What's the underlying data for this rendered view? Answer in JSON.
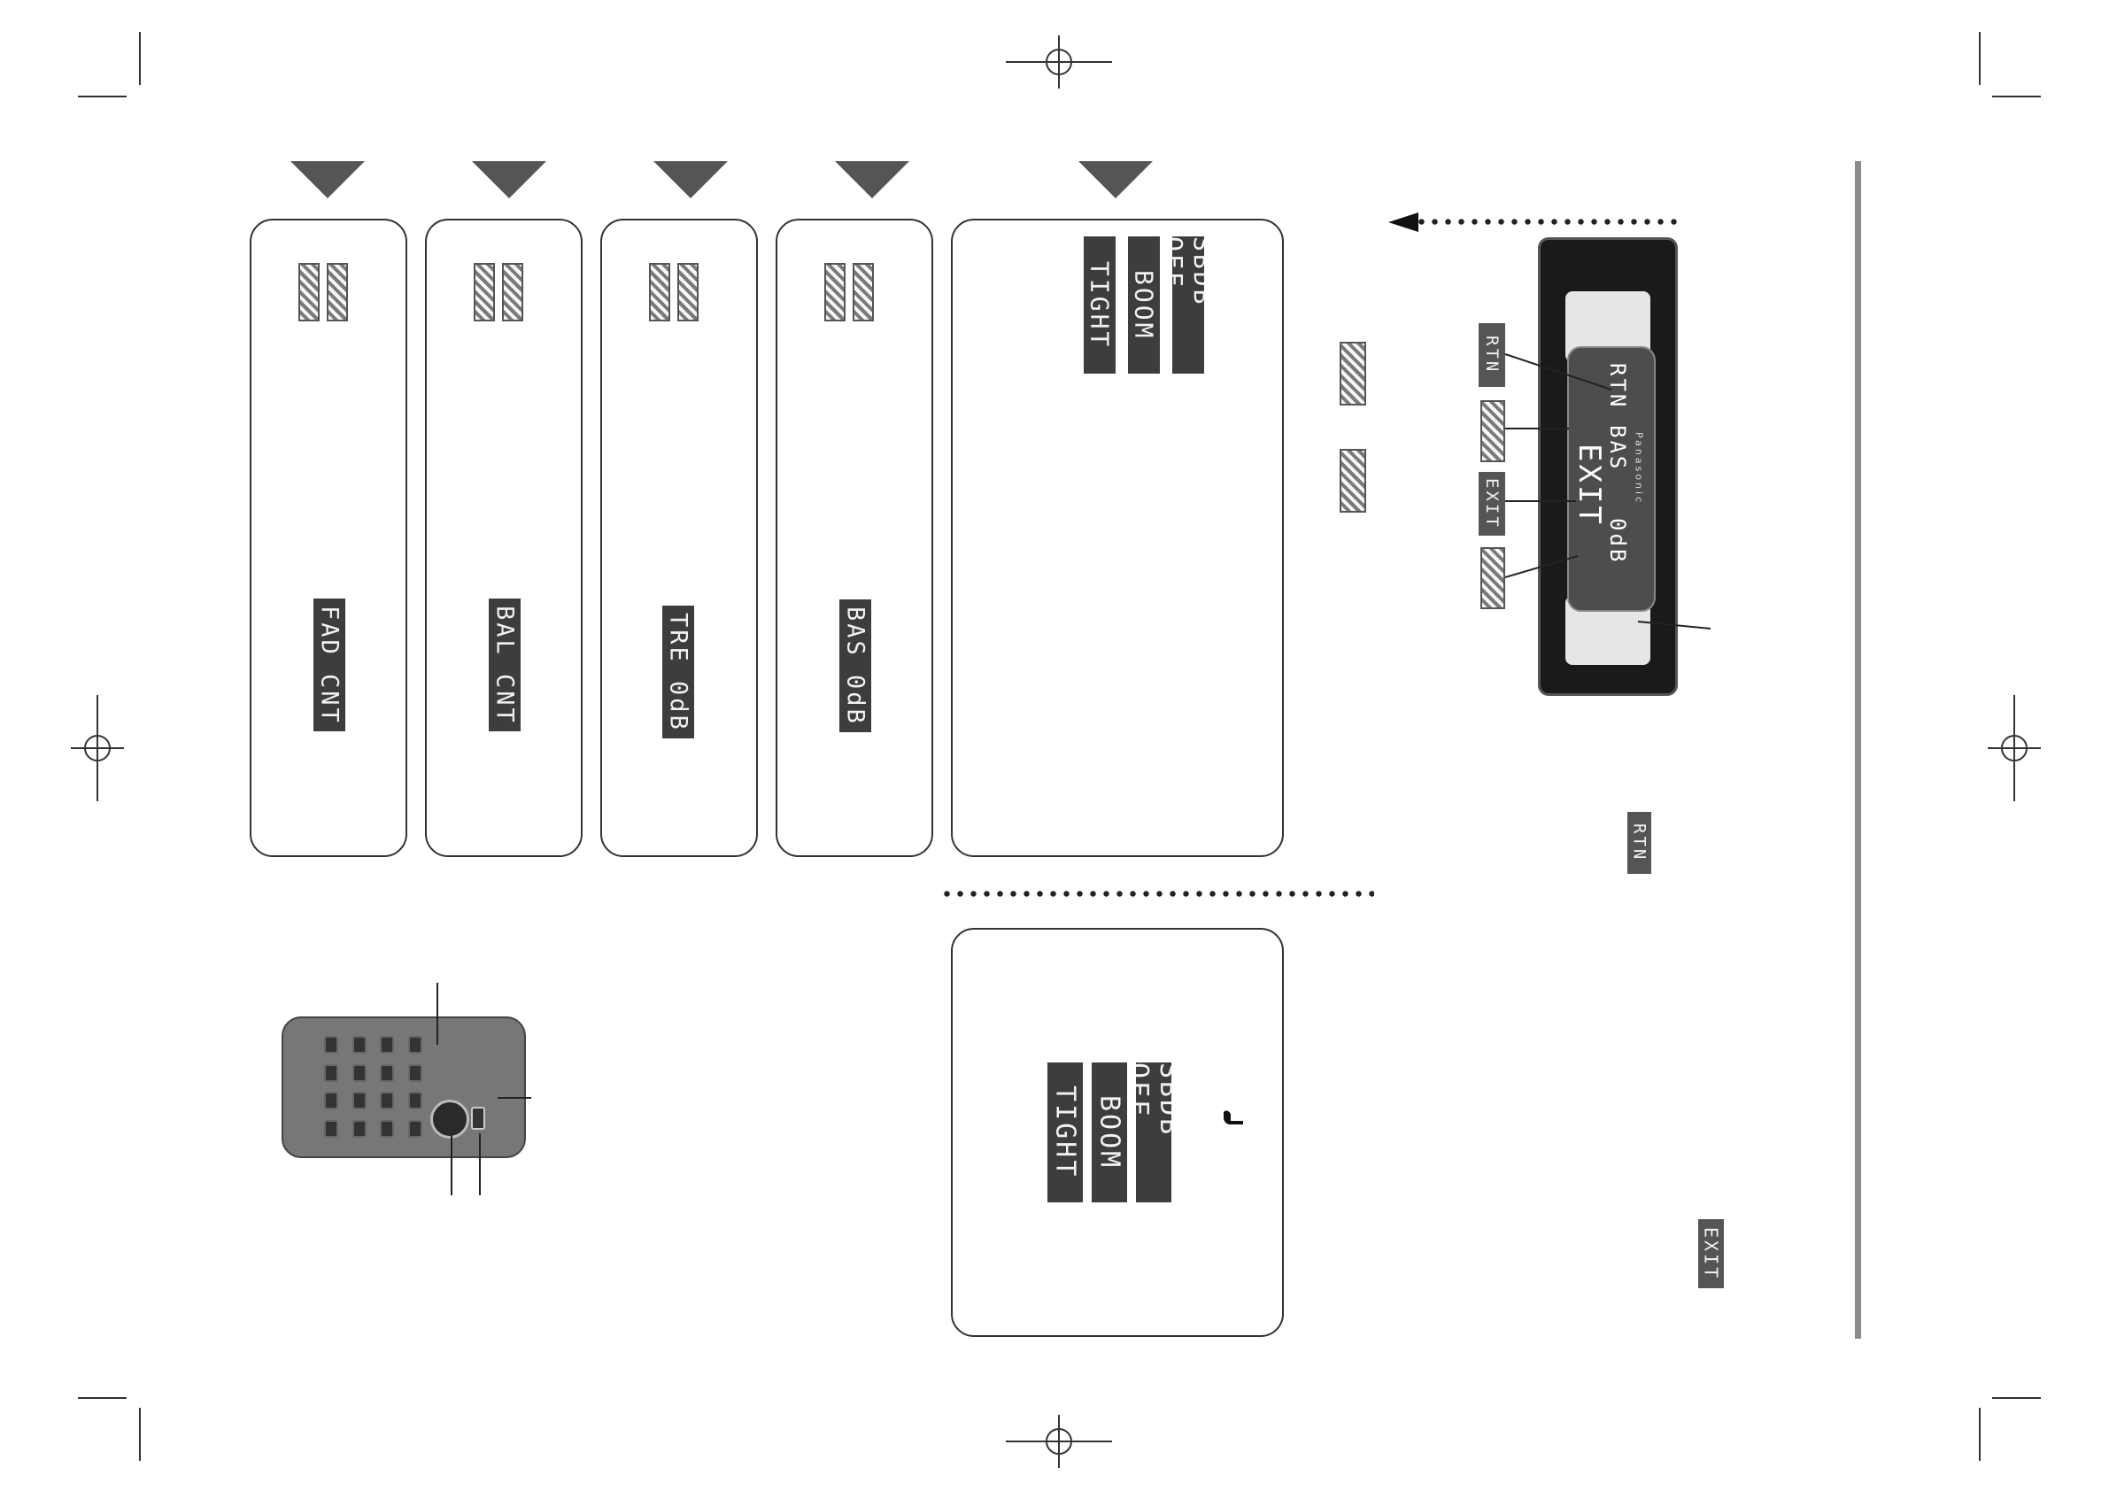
{
  "displays": {
    "fad": "FAD CNT",
    "bal": "BAL CNT",
    "tre": "TRE 0dB",
    "bas": "BAS 0dB",
    "sbdb_off": "SBDB OFF",
    "boom": "BOOM",
    "tight": "TIGHT"
  },
  "unit_display": {
    "brand": "Panasonic",
    "rtn": "RTN",
    "bas": "BAS",
    "value": "0dB",
    "exit": "EXIT"
  },
  "button_labels": {
    "rtn": "RTN",
    "exit": "EXIT"
  },
  "icons": {
    "section_arrow": "triangle-down-icon",
    "left_right_buttons": "hatched-arrow-icon",
    "remote": "remote-control-image",
    "head_unit": "head-unit-image",
    "hand": "pointing-hand-icon"
  },
  "colors": {
    "lcd_background": "#3d3d3d",
    "lcd_text": "#f2f2f2",
    "side_bar": "#8a8a8a",
    "arrow": "#555555"
  }
}
